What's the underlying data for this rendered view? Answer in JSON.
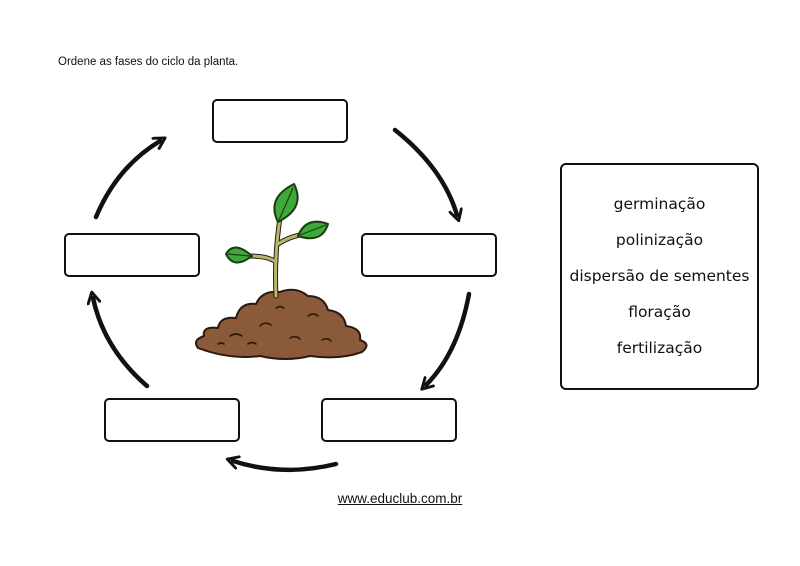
{
  "instruction": "Ordene as fases do ciclo da planta.",
  "word_bank": {
    "items": [
      "germinação",
      "polinização",
      "dispersão de sementes",
      "floração",
      "fertilização"
    ]
  },
  "footer": {
    "link_text": "www.educlub.com.br"
  }
}
